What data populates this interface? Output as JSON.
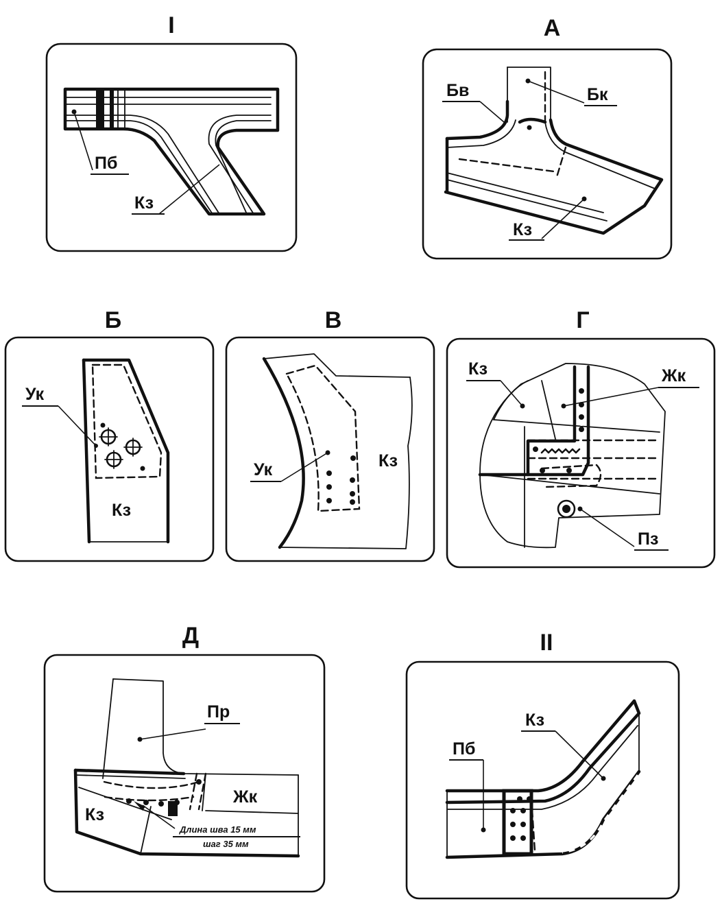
{
  "panels": {
    "I": {
      "title": "I",
      "labels": {
        "pb": "Пб",
        "kz": "Кз"
      }
    },
    "A": {
      "title": "А",
      "labels": {
        "bv": "Бв",
        "bk": "Бк",
        "kz": "Кз"
      }
    },
    "B": {
      "title": "Б",
      "labels": {
        "uk": "Ук",
        "kz": "Кз"
      }
    },
    "V": {
      "title": "В",
      "labels": {
        "uk": "Ук",
        "kz": "Кз"
      }
    },
    "G": {
      "title": "Г",
      "labels": {
        "kz": "Кз",
        "zhk": "Жк",
        "pz": "Пз"
      }
    },
    "D": {
      "title": "Д",
      "labels": {
        "pr": "Пр",
        "zhk": "Жк",
        "kz": "Кз"
      },
      "note_line1": "Длина шва 15 мм",
      "note_line2": "шаг 35 мм"
    },
    "II": {
      "title": "II",
      "labels": {
        "kz": "Кз",
        "pb": "Пб"
      }
    }
  }
}
